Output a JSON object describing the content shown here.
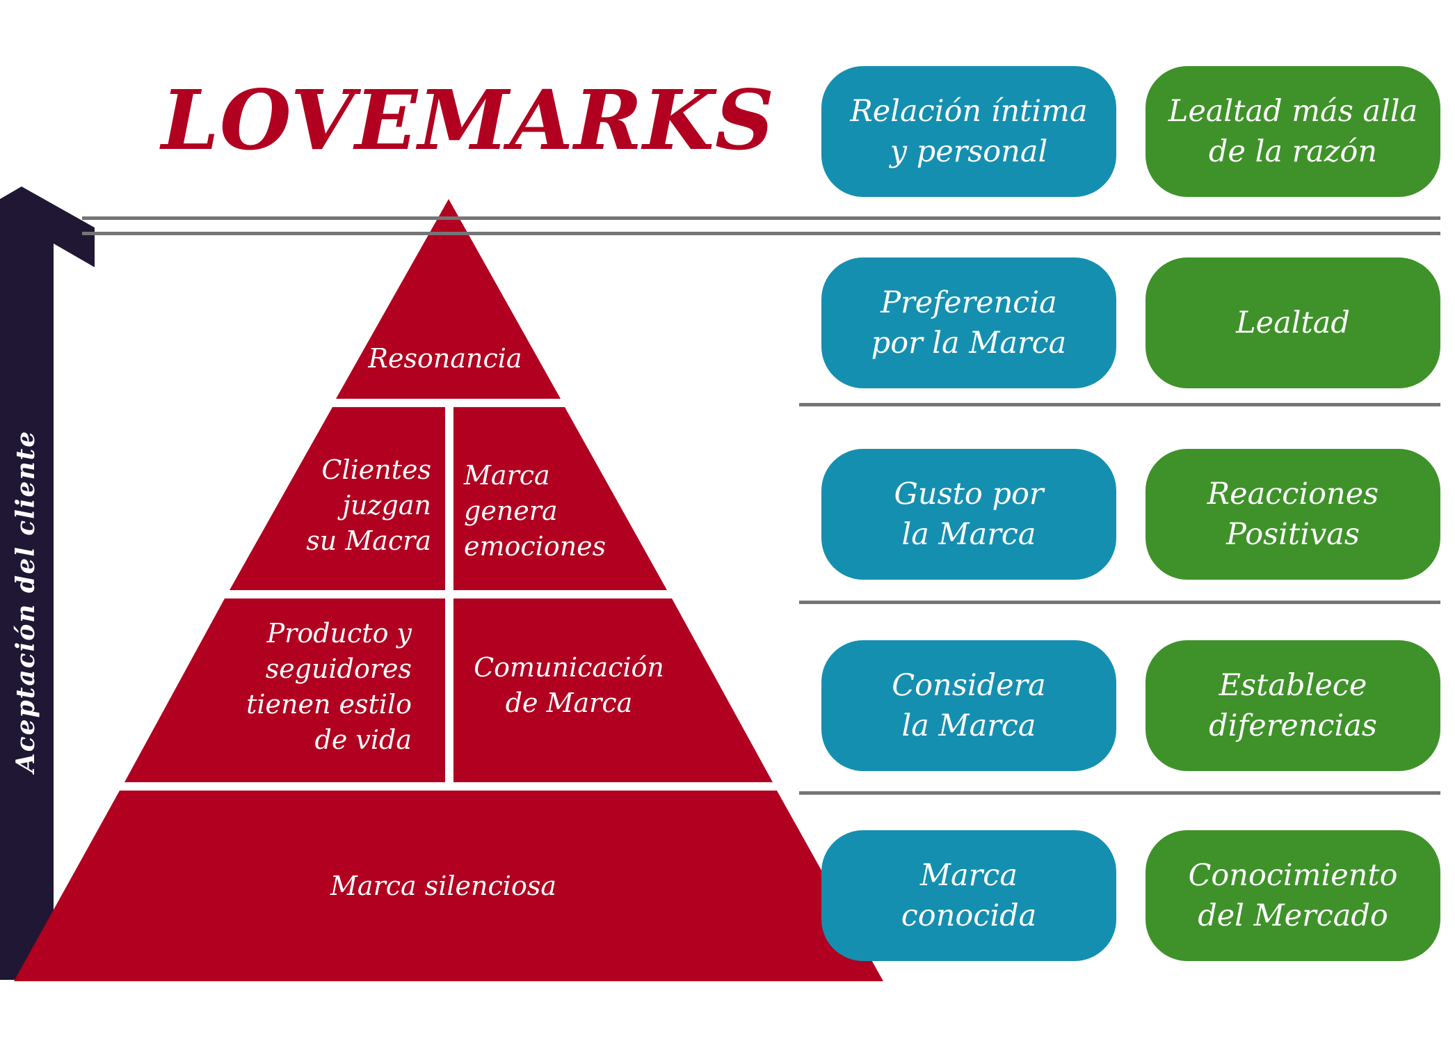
{
  "title": "LOVEMARKS",
  "axis_label": "Aceptación del cliente",
  "colors": {
    "pyramid": "#b10020",
    "blue": "#158fb0",
    "green": "#3f922a",
    "arrow": "#1f1734",
    "lines": "#757575"
  },
  "pyramid": {
    "top": "Resonancia",
    "level2_left": "Clientes\njuzgan\nsu Macra",
    "level2_right": "Marca\ngenera\nemociones",
    "level3_left": "Producto y\nseguidores\ntienen estilo\nde vida",
    "level3_right": "Comunicación\nde Marca",
    "base": "Marca silenciosa"
  },
  "rows": [
    {
      "blue": "Relación íntima\ny personal",
      "green": "Lealtad más alla\nde la razón"
    },
    {
      "blue": "Preferencia\npor la Marca",
      "green": "Lealtad"
    },
    {
      "blue": "Gusto por\nla Marca",
      "green": "Reacciones\nPositivas"
    },
    {
      "blue": "Considera\nla Marca",
      "green": "Establece\ndiferencias"
    },
    {
      "blue": "Marca\nconocida",
      "green": "Conocimiento\ndel Mercado"
    }
  ]
}
